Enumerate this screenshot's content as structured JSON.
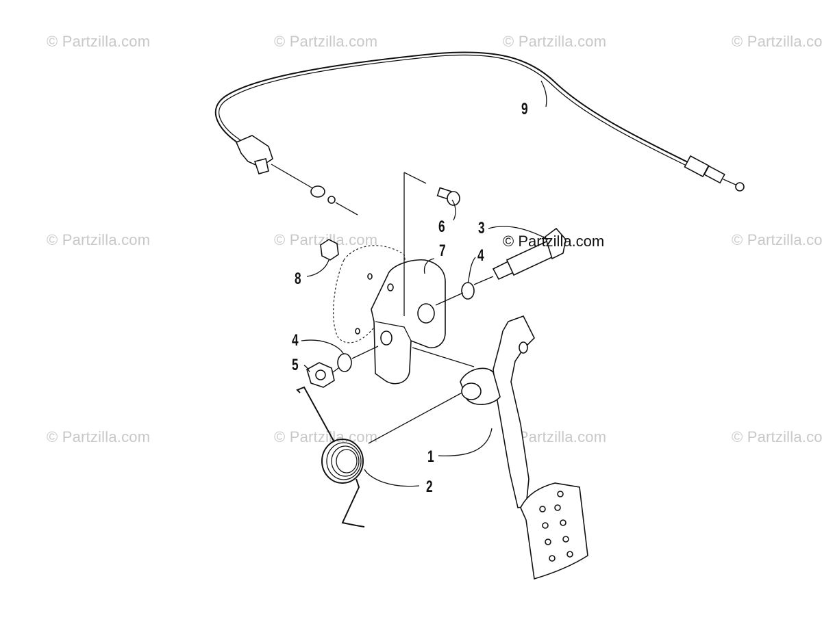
{
  "watermark": {
    "text": "© Partzilla.com",
    "overlay_text": "© Partzilla.com"
  },
  "callouts": {
    "c1": "1",
    "c2": "2",
    "c3": "3",
    "c4a": "4",
    "c4b": "4",
    "c5": "5",
    "c6": "6",
    "c7": "7",
    "c8": "8",
    "c9": "9"
  }
}
